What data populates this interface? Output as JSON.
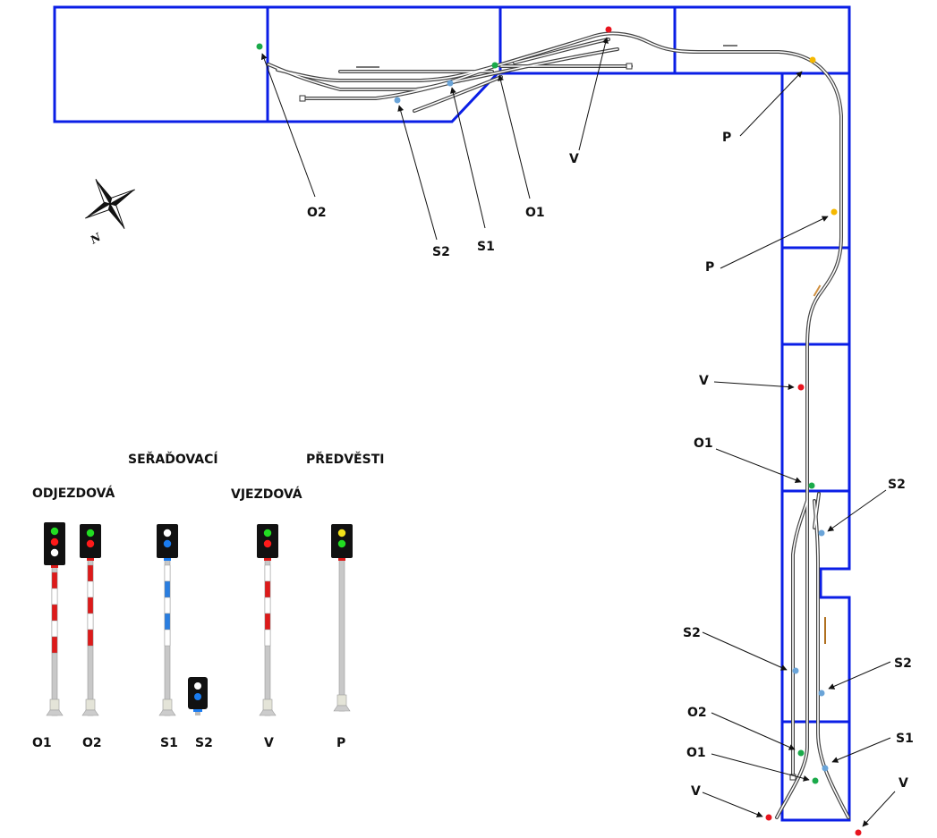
{
  "diagram": {
    "compass": {
      "icon": "compass-rose-icon",
      "north_label": "N"
    },
    "colors": {
      "frame": "#0a1ee6",
      "track": "#555555",
      "green": "#1aaa4a",
      "red": "#e8141e",
      "blue": "#6aa4d8",
      "yellow": "#f5b800"
    },
    "map_signals": [
      {
        "code": "O2",
        "color": "green"
      },
      {
        "code": "S2",
        "color": "blue"
      },
      {
        "code": "S1",
        "color": "blue"
      },
      {
        "code": "O1",
        "color": "green"
      },
      {
        "code": "V",
        "color": "red"
      },
      {
        "code": "P",
        "color": "yellow"
      },
      {
        "code": "P",
        "color": "yellow"
      },
      {
        "code": "V",
        "color": "red"
      },
      {
        "code": "O1",
        "color": "green"
      },
      {
        "code": "S2",
        "color": "blue"
      },
      {
        "code": "S2",
        "color": "blue"
      },
      {
        "code": "S2",
        "color": "blue"
      },
      {
        "code": "O2",
        "color": "green"
      },
      {
        "code": "S1",
        "color": "blue"
      },
      {
        "code": "O1",
        "color": "green"
      },
      {
        "code": "V",
        "color": "red"
      },
      {
        "code": "V",
        "color": "red"
      }
    ],
    "legend": {
      "categories": {
        "departure": "ODJEZDOVÁ",
        "shunting": "SEŘAĎOVACÍ",
        "entry": "VJEZDOVÁ",
        "distant": "PŘEDVĚSTI"
      },
      "signals": [
        {
          "code": "O1",
          "lamps": [
            "green",
            "red",
            "white"
          ],
          "mast": "red-white"
        },
        {
          "code": "O2",
          "lamps": [
            "green",
            "red"
          ],
          "mast": "red-white"
        },
        {
          "code": "S1",
          "lamps": [
            "white",
            "blue"
          ],
          "mast": "blue-white"
        },
        {
          "code": "S2",
          "lamps": [
            "white",
            "blue"
          ],
          "mast": "dwarf"
        },
        {
          "code": "V",
          "lamps": [
            "green",
            "red"
          ],
          "mast": "red-white"
        },
        {
          "code": "P",
          "lamps": [
            "yellow",
            "green"
          ],
          "mast": "plain"
        }
      ]
    }
  }
}
